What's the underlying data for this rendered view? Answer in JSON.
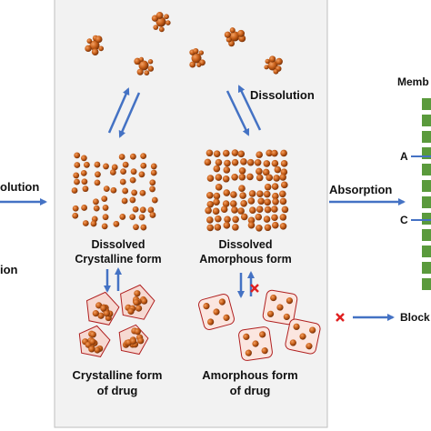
{
  "labels": {
    "left_dissolution": "olution",
    "left_partial": "ion",
    "top_dissolution": "Dissolution",
    "dissolved_crystalline": [
      "Dissolved",
      "Crystalline form"
    ],
    "dissolved_amorphous": [
      "Dissolved",
      "Amorphous form"
    ],
    "crystalline_drug": [
      "Crystalline form",
      "of drug"
    ],
    "amorphous_drug": [
      "Amorphous form",
      "of drug"
    ],
    "absorption": "Absorption",
    "membrane": "Memb",
    "site_a": "A",
    "site_c": "C",
    "blocked": "Block"
  },
  "icons": [
    "double-arrow-icon",
    "blocked-x-icon",
    "molecule-cluster-icon"
  ],
  "colors": {
    "particle": "#c8601a",
    "particle_dark": "#8a3a0c",
    "arrow": "#4472c4",
    "membrane_green": "#5a9a3c",
    "crystal_edge": "#b02020",
    "panel_bg": "#f2f2f2",
    "blocked_x": "#e02020"
  }
}
